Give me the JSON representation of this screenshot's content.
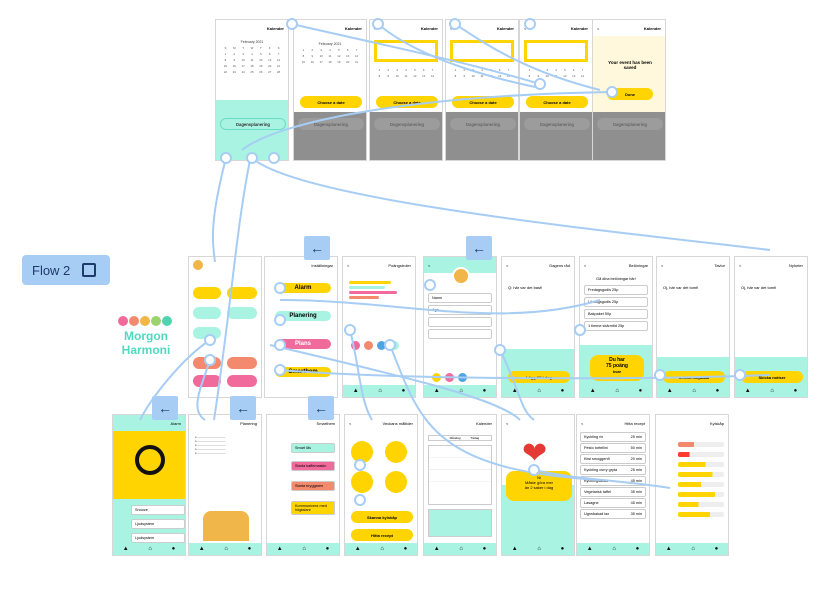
{
  "flow_label": "Flow 2",
  "brand": {
    "line1": "Morgon",
    "line2": "Harmoni"
  },
  "colors": {
    "mint": "#a8f3e2",
    "yellow": "#ffd400",
    "blue": "#a7cdf4",
    "grey": "#8f8f8f"
  },
  "calendar": {
    "header": "Kalender",
    "month": "February 2021",
    "choose_date": "Choose a date",
    "dagens": "Dagensplanering",
    "saved": "Your event has been saved",
    "done": "Done"
  },
  "screens": {
    "installningar": "Inställningar",
    "poangstroler": "Poängstroler",
    "dagens_rad": "Dagens råd",
    "belon": "Belöningar",
    "tavlor": "Tavlor",
    "nyheter": "Nyheter",
    "alarm": "Alarm",
    "planering": "Planering",
    "smarthem": "Smarthem",
    "veckans": "Veckans måltider",
    "kalender2": "Kalender",
    "hitta_recept": "Hitta recept",
    "kylskap": "Kylskåp"
  },
  "menu": [
    "Alarm",
    "Planering",
    "Plans",
    "Smarthem"
  ],
  "dagens_rad": {
    "q": "Q: här var det bast!",
    "cta": "Lägg till i dag"
  },
  "belon": {
    "title": "Gå dina belöningar här!",
    "items": [
      "Fredagsgodis 25p",
      "Lördagsgodis 25p",
      "Bakpaket 50p",
      "1 timme skärmtid 25p"
    ],
    "score_line1": "Du har",
    "score_line2": "75 poäng",
    "score_line3": "kvar"
  },
  "tavlor": {
    "q": "Oj, här var det tomt!",
    "cta": "Skicka inbjudan"
  },
  "nyheter": {
    "q": "Oj, här var det tomt!",
    "cta": "Skicka notiser"
  },
  "alarm": {
    "items": [
      "Snooze",
      "Ljudsystem",
      "Ljudsystem"
    ]
  },
  "smarthem": {
    "items": [
      "Smart lås",
      "Starta kaffemaskin",
      "Starta bryggaren",
      "Kommunicera med högtalare"
    ]
  },
  "veckans": {
    "btn1": "Skanna kylskåp",
    "btn2": "Hitta recept"
  },
  "kalender2": {
    "cols": [
      "Måndag",
      "Tisdag"
    ]
  },
  "heart": {
    "line1": "Ni",
    "line2": "Måste göra mer",
    "line3": "än 2 saker i dag"
  },
  "recipes": [
    {
      "name": "Kyckling rix",
      "time": "25 min"
    },
    {
      "name": "Pesto tortellini",
      "time": "50 min"
    },
    {
      "name": "Kiwi smoggenfi",
      "time": "20 min"
    },
    {
      "name": "Kyckling curry gryta",
      "time": "25 min"
    },
    {
      "name": "Kycklingsallad",
      "time": "45 min"
    },
    {
      "name": "Vegetarisk taffel",
      "time": "35 min"
    },
    {
      "name": "Lasagne",
      "time": "45 min"
    },
    {
      "name": "Ugnsbakad lax",
      "time": "35 min"
    }
  ]
}
